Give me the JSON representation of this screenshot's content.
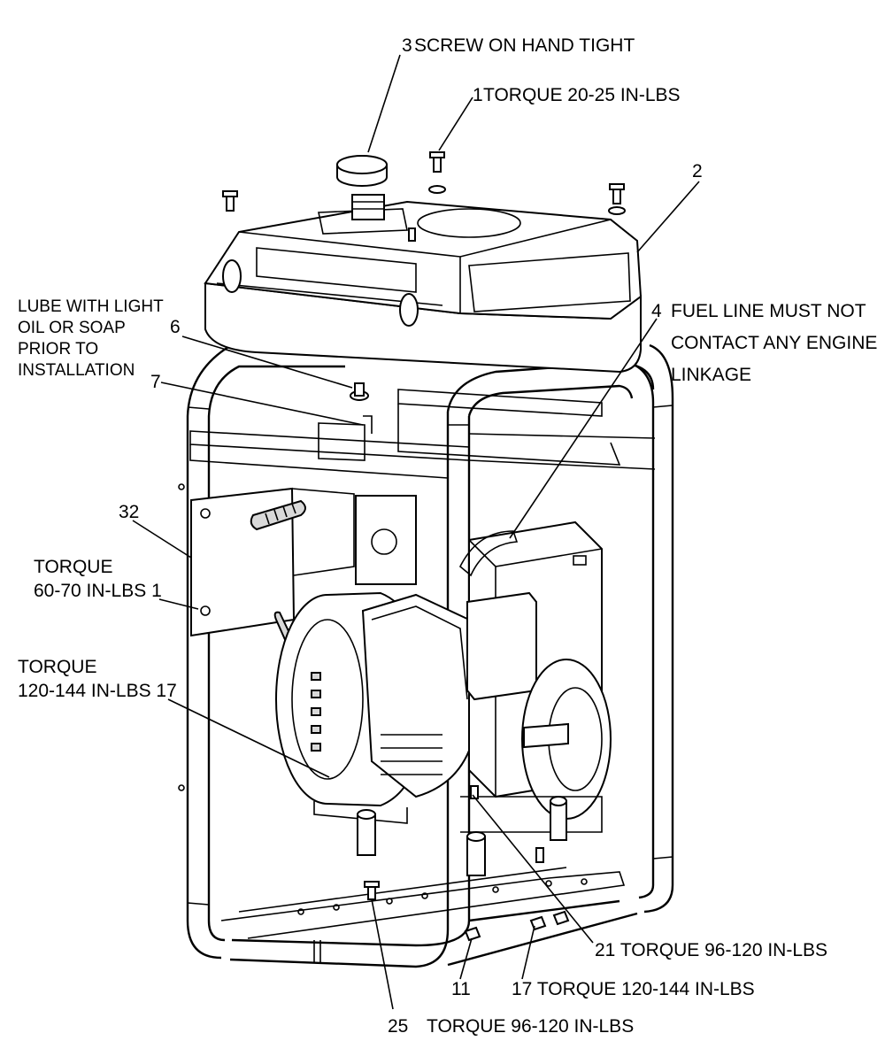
{
  "callouts": {
    "c3": "3",
    "c3_text": "SCREW ON HAND TIGHT",
    "c1_top": "1",
    "c1_top_text": "TORQUE 20-25 IN-LBS",
    "c2": "2",
    "c4": "4",
    "c4_line1": "FUEL LINE MUST NOT",
    "c4_line2": "CONTACT ANY ENGINE",
    "c4_line3": "LINKAGE",
    "lube_line1": "LUBE WITH LIGHT",
    "lube_line2": "OIL OR SOAP",
    "lube_line3": "PRIOR TO",
    "lube_line4": "INSTALLATION",
    "c6": "6",
    "c7": "7",
    "c32": "32",
    "torque_60_line1": "TORQUE",
    "torque_60_line2": "60-70 IN-LBS 1",
    "torque_120_line1": "TORQUE",
    "torque_120_line2": "120-144 IN-LBS 17",
    "c21": "21 TORQUE 96-120 IN-LBS",
    "c17_bottom": "17 TORQUE 120-144 IN-LBS",
    "c11": "11",
    "c25": "25",
    "torque_96_bottom": "TORQUE 96-120 IN-LBS"
  }
}
